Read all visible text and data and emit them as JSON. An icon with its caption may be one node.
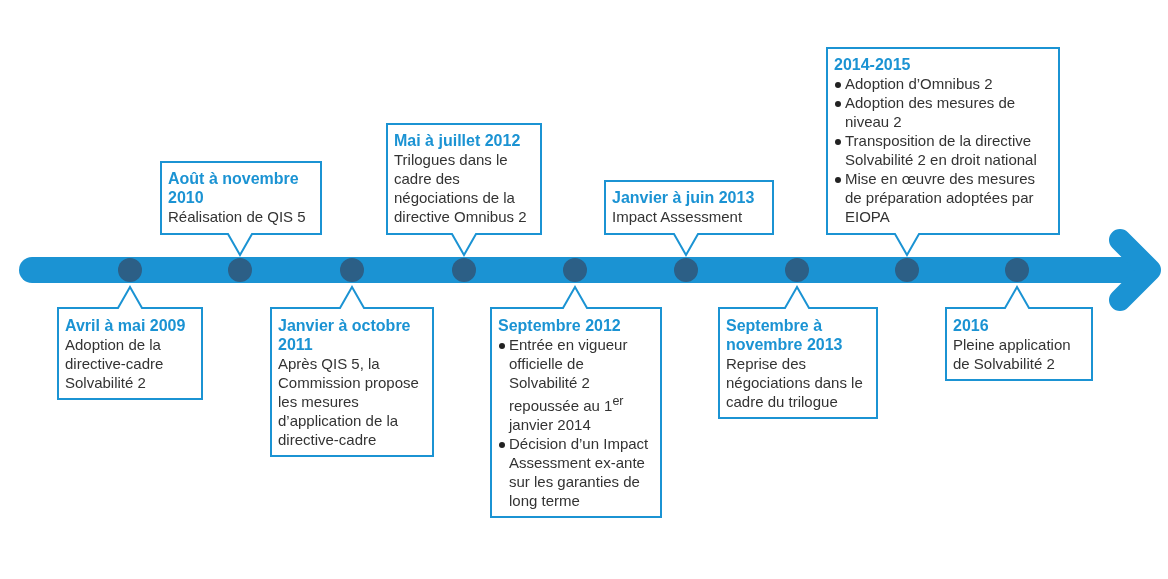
{
  "diagram": {
    "nodes": [
      {
        "text": [
          "Avril à mai 2009",
          "Adoption de la directive-cadre Solvabilité 2"
        ]
      },
      {
        "text": [
          "Août à novembre 2010",
          "Réalisation de QIS 5"
        ]
      },
      {
        "text": [
          "Janvier à octobre 2011",
          "Après QIS 5, la Commission propose les mesures d’application de la directive-cadre"
        ]
      },
      {
        "text": [
          "Mai à juillet 2012",
          "Trilogues dans le cadre des négociations de la directive Omnibus 2"
        ]
      },
      {
        "text": [
          "Septembre 2012",
          "Entrée en vigueur officielle de Solvabilité 2 repoussée au 1$^{er}$ janvier 2014",
          "Décision d’un Impact Assessment ex-ante sur les garanties de long terme"
        ]
      },
      {
        "text": [
          "Janvier à juin 2013",
          "Impact Assessment"
        ]
      },
      {
        "text": [
          "Septembre à novembre 2013",
          "Reprise des négociations dans le cadre du trilogue"
        ]
      },
      {
        "text": [
          "2014-2015",
          "Adoption d’Omnibus 2",
          "Adoption des mesures de niveau 2",
          "Transposition de la directive Solvabilité 2 en droit national",
          "Mise en œuvre des mesures de préparation adoptées par EIOPA"
        ]
      },
      {
        "text": [
          "2016",
          "Pleine application de Solvabilité 2"
        ]
      }
    ]
  }
}
